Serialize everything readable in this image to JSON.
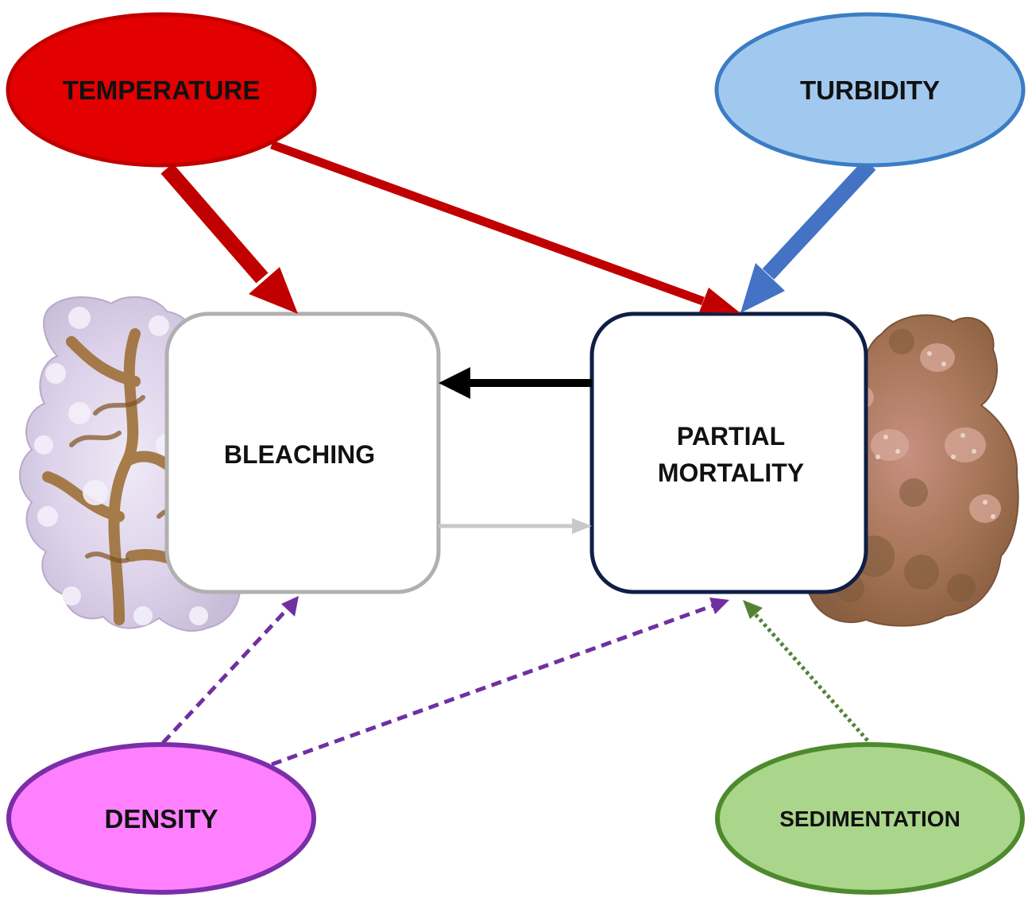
{
  "nodes": {
    "temperature": {
      "label": "TEMPERATURE",
      "fill": "#e20000",
      "stroke": "#c00000"
    },
    "turbidity": {
      "label": "TURBIDITY",
      "fill": "#a1c9ef",
      "stroke": "#3b7dc4"
    },
    "density": {
      "label": "DENSITY",
      "fill": "#ff80ff",
      "stroke": "#7a2ea8"
    },
    "sedimentation": {
      "label": "SEDIMENTATION",
      "fill": "#a9d68b",
      "stroke": "#4e8a2d"
    },
    "bleaching": {
      "label": "BLEACHING",
      "stroke": "#b0b0b0"
    },
    "partial_mortality": {
      "line1": "PARTIAL",
      "line2": "MORTALITY",
      "stroke": "#0f1f45"
    }
  },
  "edges": [
    {
      "from": "temperature",
      "to": "bleaching",
      "style": "solid",
      "color": "#c00000"
    },
    {
      "from": "temperature",
      "to": "partial_mortality",
      "style": "solid",
      "color": "#c00000"
    },
    {
      "from": "turbidity",
      "to": "partial_mortality",
      "style": "solid",
      "color": "#4472c4"
    },
    {
      "from": "partial_mortality",
      "to": "bleaching",
      "style": "solid",
      "color": "#000000"
    },
    {
      "from": "bleaching",
      "to": "partial_mortality",
      "style": "solid",
      "color": "#c8c8c8"
    },
    {
      "from": "density",
      "to": "bleaching",
      "style": "dashed",
      "color": "#7030a0"
    },
    {
      "from": "density",
      "to": "partial_mortality",
      "style": "dashed",
      "color": "#7030a0"
    },
    {
      "from": "sedimentation",
      "to": "partial_mortality",
      "style": "dotted",
      "color": "#548235"
    }
  ],
  "images": {
    "bleached_coral": "bleached-coral-icon",
    "dead_coral": "partially-dead-coral-icon"
  }
}
